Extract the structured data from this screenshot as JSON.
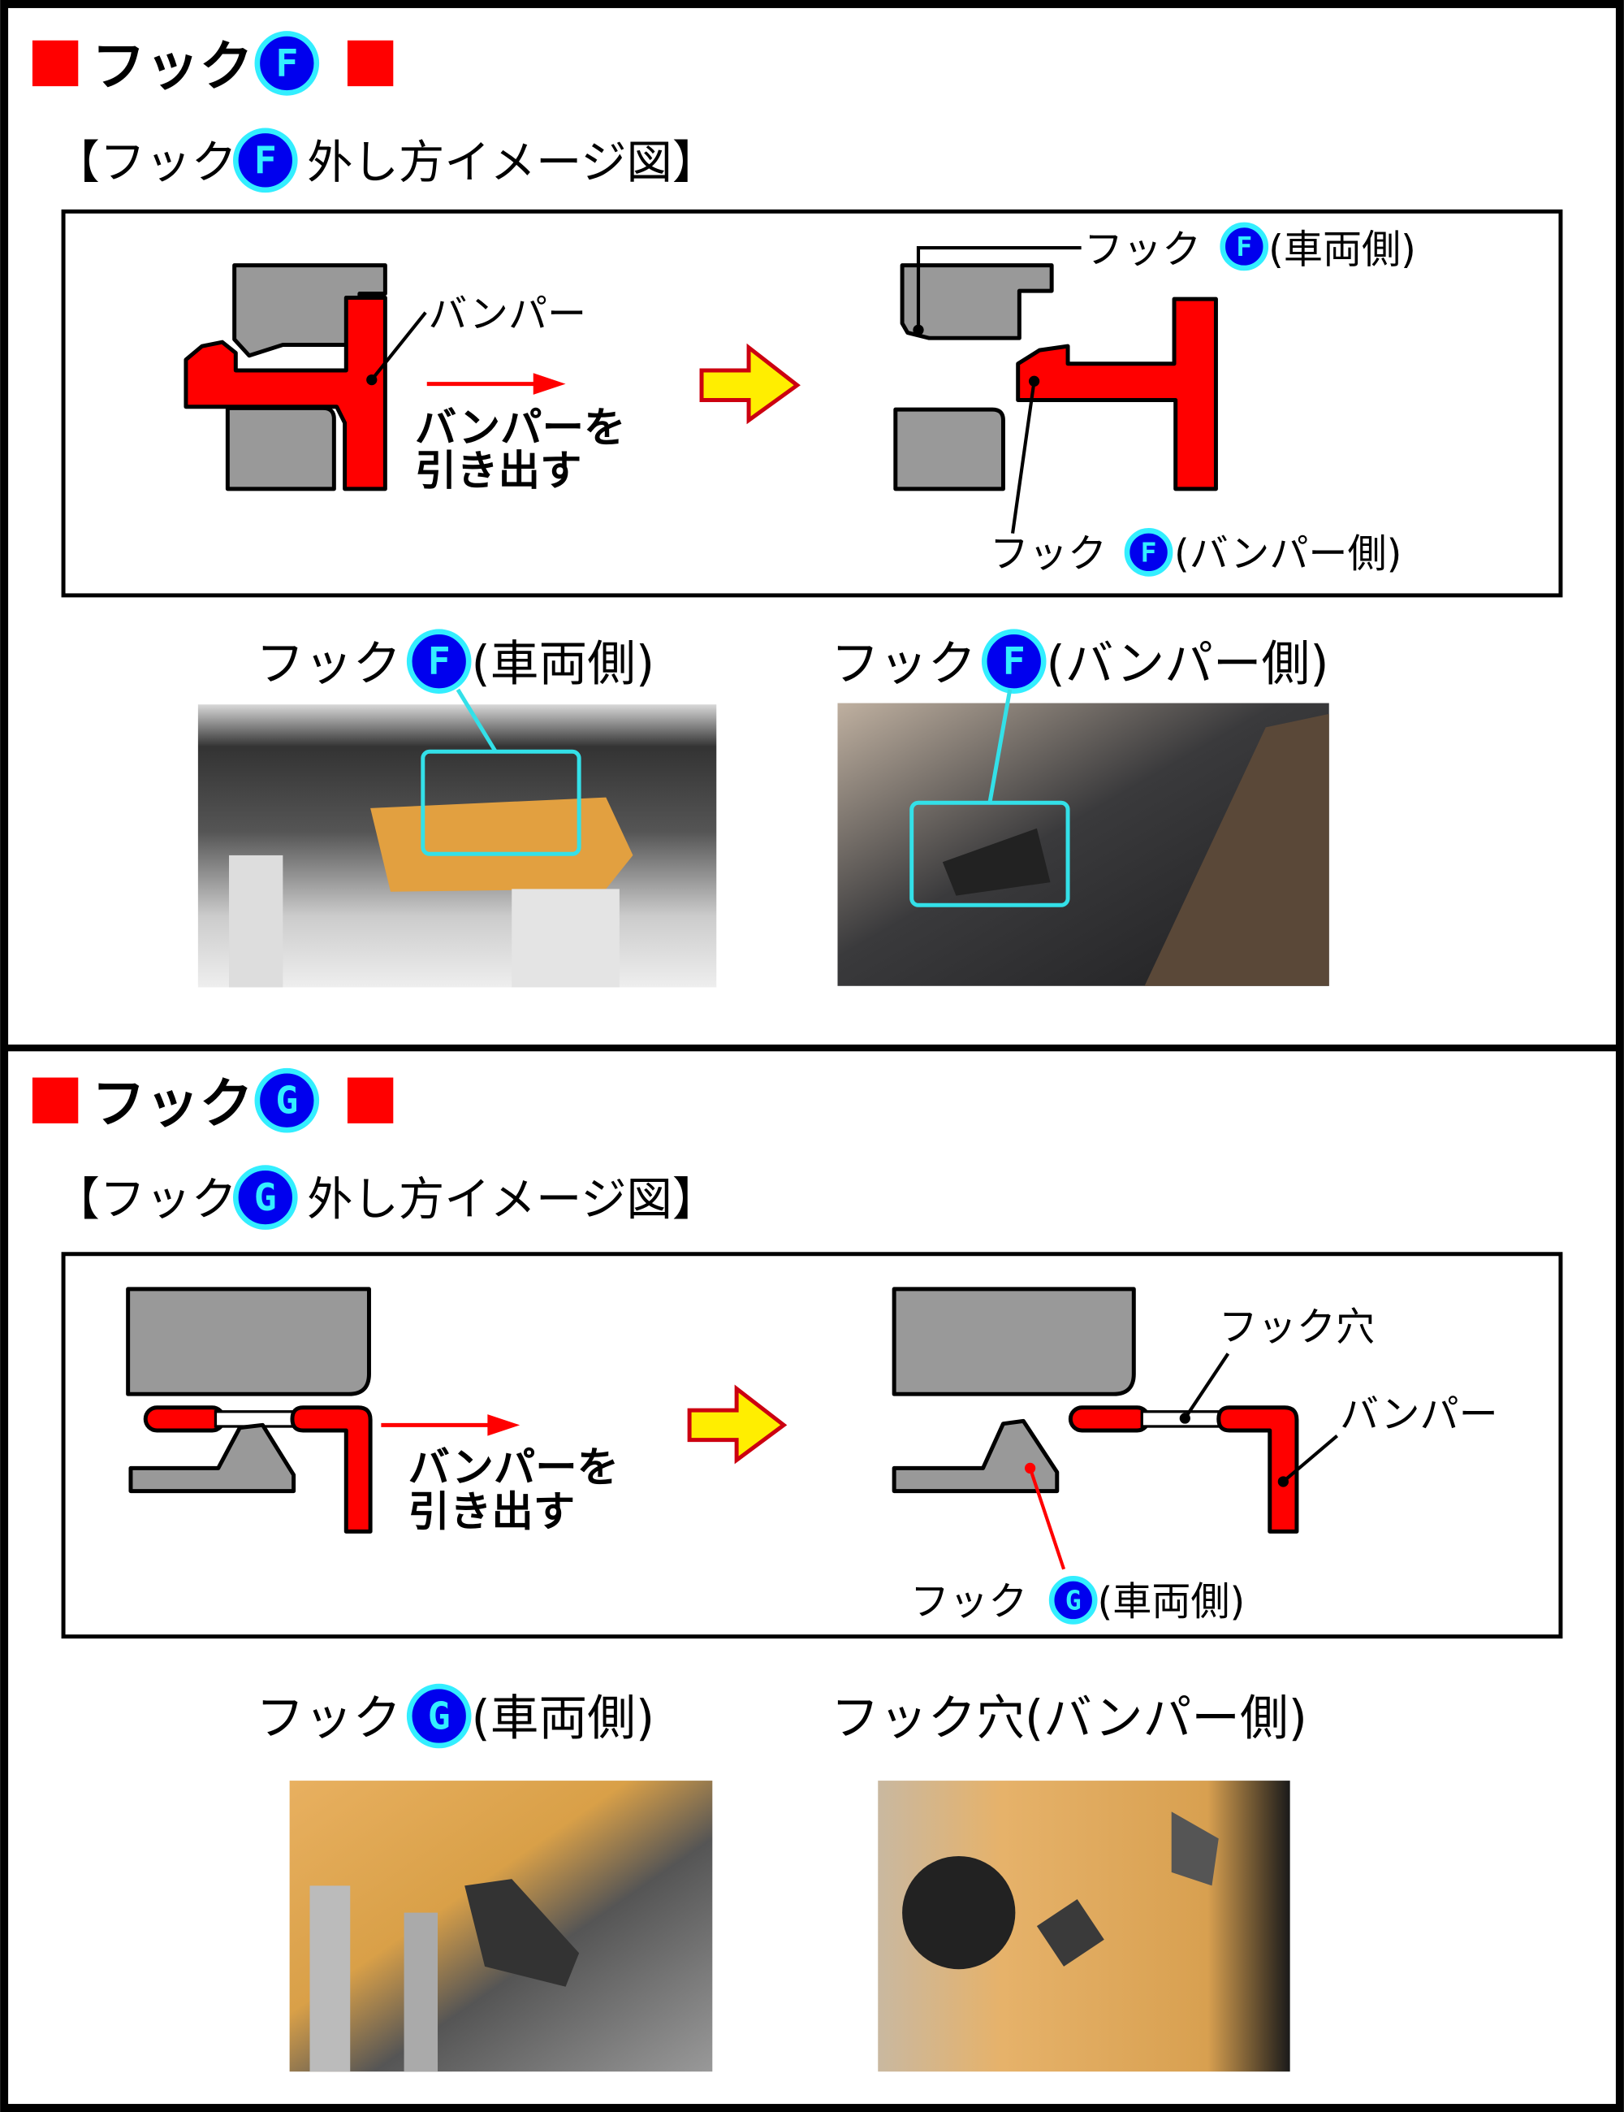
{
  "section_f": {
    "title": "フック",
    "badge": "F",
    "subtitle_prefix": "【フック",
    "subtitle_suffix": "外し方イメージ図】",
    "diagram": {
      "bumper_label": "バンパー",
      "pull_line1": "バンパーを",
      "pull_line2": "引き出す",
      "hook_vehicle_prefix": "フック",
      "hook_vehicle_suffix": "(車両側)",
      "hook_bumper_prefix": "フック",
      "hook_bumper_suffix": "(バンパー側)"
    },
    "photos": [
      {
        "caption_prefix": "フック",
        "caption_suffix": "(車両側)"
      },
      {
        "caption_prefix": "フック",
        "caption_suffix": "(バンパー側)"
      }
    ]
  },
  "section_g": {
    "title": "フック",
    "badge": "G",
    "subtitle_prefix": "【フック",
    "subtitle_suffix": "外し方イメージ図】",
    "diagram": {
      "hole_label": "フック穴",
      "bumper_label": "バンパー",
      "pull_line1": "バンパーを",
      "pull_line2": "引き出す",
      "hook_vehicle_prefix": "フック",
      "hook_vehicle_suffix": "(車両側)"
    },
    "photos": [
      {
        "caption_prefix": "フック",
        "caption_suffix": "(車両側)"
      },
      {
        "caption": "フック穴(バンパー側)"
      }
    ]
  },
  "colors": {
    "marker_red": "#ff0000",
    "badge_blue": "#0000ee",
    "badge_cyan": "#33eeff",
    "arrow_yellow": "#ffee00"
  }
}
